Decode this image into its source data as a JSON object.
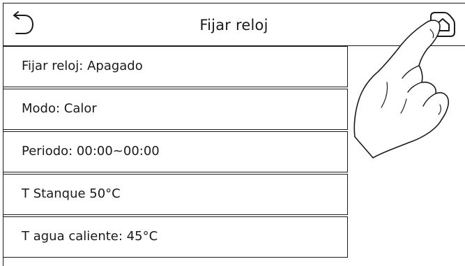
{
  "header": {
    "title": "Fijar reloj",
    "back_icon": "back-arrow-icon",
    "home_icon": "home-icon"
  },
  "menu": {
    "items": [
      {
        "label": "Fijar reloj: Apagado"
      },
      {
        "label": "Modo: Calor"
      },
      {
        "label": "Periodo: 00:00~00:00"
      },
      {
        "label": "T Stanque 50°C"
      },
      {
        "label": "T agua caliente: 45°C"
      }
    ]
  },
  "colors": {
    "line": "#1a1a1a",
    "background": "#ffffff"
  }
}
